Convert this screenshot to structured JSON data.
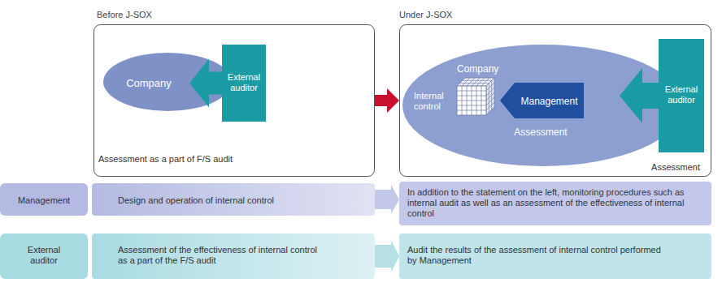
{
  "diagram": {
    "nodes": [
      {
        "text": [
          "Before J-SOX",
          "Assessment as a part of F/S audit"
        ]
      },
      {
        "text": [
          "Company"
        ],
        "in": 0
      },
      {
        "text": [
          "External auditor"
        ],
        "in": 0
      },
      {
        "text": [
          "Under J-SOX",
          "Assessment"
        ]
      },
      {
        "text": [
          "Company",
          "Internal control",
          "Assessment"
        ],
        "in": 3
      },
      {
        "text": [
          "Management"
        ],
        "in": 4
      },
      {
        "text": [
          "External auditor"
        ],
        "in": 3
      },
      {
        "text": [
          "Management"
        ]
      },
      {
        "text": [
          "Design and operation of internal control"
        ]
      },
      {
        "text": [
          "In addition to the statement on the left, monitoring procedures such as internal audit as well as an assessment of the effectiveness of internal control"
        ]
      },
      {
        "text": [
          "External auditor"
        ]
      },
      {
        "text": [
          "Assessment of the effectiveness of internal control as a part of the F/S audit"
        ]
      },
      {
        "text": [
          "Audit the results of the assessment of internal control performed by Management"
        ]
      }
    ],
    "edges": [
      {
        "from": 0,
        "to": 3,
        "arrow": "to"
      },
      {
        "from": 8,
        "to": 9,
        "arrow": "to"
      },
      {
        "from": 11,
        "to": 12,
        "arrow": "to"
      }
    ]
  }
}
